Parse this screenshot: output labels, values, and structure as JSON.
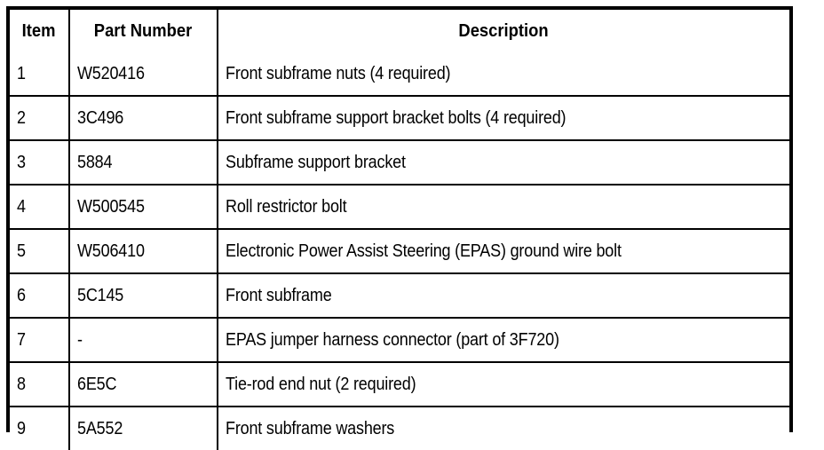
{
  "table": {
    "columns": [
      {
        "key": "item",
        "label": "Item"
      },
      {
        "key": "part_number",
        "label": "Part Number"
      },
      {
        "key": "description",
        "label": "Description"
      }
    ],
    "rows": [
      {
        "item": "1",
        "part_number": "W520416",
        "description": "Front subframe nuts (4 required)"
      },
      {
        "item": "2",
        "part_number": "3C496",
        "description": "Front subframe support bracket bolts (4 required)"
      },
      {
        "item": "3",
        "part_number": "5884",
        "description": "Subframe support bracket"
      },
      {
        "item": "4",
        "part_number": "W500545",
        "description": "Roll restrictor bolt"
      },
      {
        "item": "5",
        "part_number": "W506410",
        "description": "Electronic Power Assist Steering (EPAS) ground wire bolt"
      },
      {
        "item": "6",
        "part_number": "5C145",
        "description": "Front subframe"
      },
      {
        "item": "7",
        "part_number": "-",
        "description": "EPAS jumper harness connector (part of 3F720)"
      },
      {
        "item": "8",
        "part_number": "6E5C",
        "description": "Tie-rod end nut (2 required)"
      },
      {
        "item": "9",
        "part_number": "5A552",
        "description": "Front subframe washers"
      }
    ]
  },
  "colors": {
    "border": "#000000",
    "background": "#ffffff",
    "text": "#000000"
  }
}
